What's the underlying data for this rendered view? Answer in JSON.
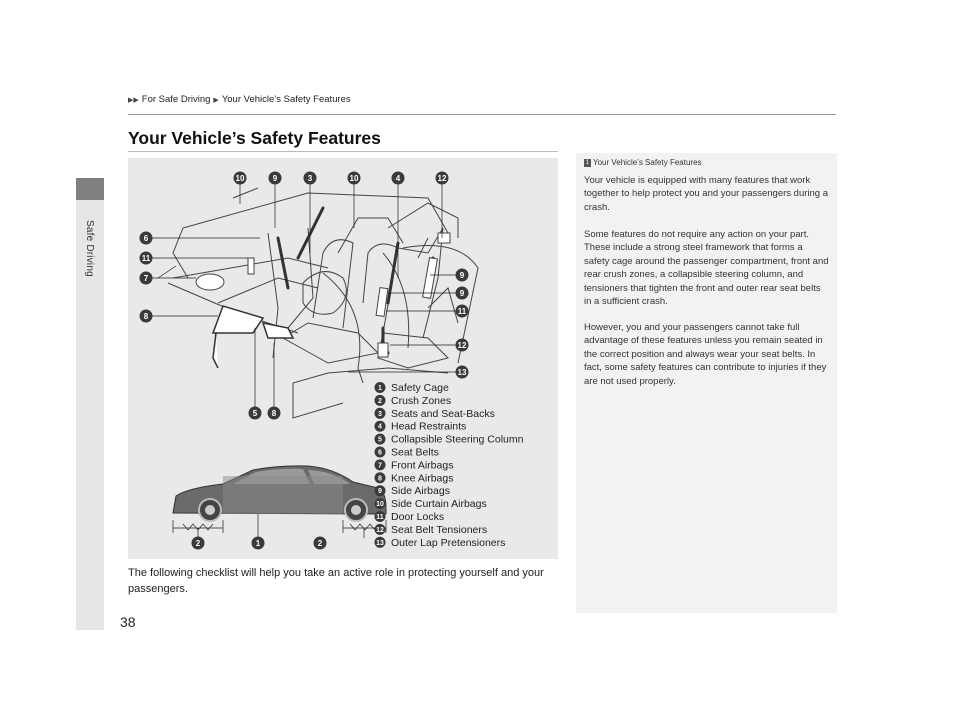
{
  "side_tab": {
    "label": "Safe Driving"
  },
  "page_number": "38",
  "breadcrumb": {
    "level1": "For Safe Driving",
    "level2": "Your Vehicle’s Safety Features"
  },
  "title": "Your Vehicle’s Safety Features",
  "figure": {
    "legend": [
      {
        "num": "1",
        "label": "Safety Cage"
      },
      {
        "num": "2",
        "label": "Crush Zones"
      },
      {
        "num": "3",
        "label": "Seats and Seat-Backs"
      },
      {
        "num": "4",
        "label": "Head Restraints"
      },
      {
        "num": "5",
        "label": "Collapsible Steering Column"
      },
      {
        "num": "6",
        "label": "Seat Belts"
      },
      {
        "num": "7",
        "label": "Front Airbags"
      },
      {
        "num": "8",
        "label": "Knee Airbags"
      },
      {
        "num": "9",
        "label": "Side Airbags"
      },
      {
        "num": "10",
        "label": "Side Curtain Airbags"
      },
      {
        "num": "11",
        "label": "Door Locks"
      },
      {
        "num": "12",
        "label": "Seat Belt Tensioners"
      },
      {
        "num": "13",
        "label": "Outer Lap Pretensioners"
      }
    ],
    "callouts_top": [
      "10",
      "9",
      "3",
      "10",
      "4",
      "12"
    ],
    "callouts_left": [
      "6",
      "11",
      "7",
      "8"
    ],
    "callouts_right": [
      "9",
      "9",
      "11",
      "12",
      "13"
    ],
    "callouts_bottom": [
      "5",
      "8"
    ],
    "car_callouts": [
      "2",
      "1",
      "2"
    ]
  },
  "body_text": "The following checklist will help you take an active role in protecting yourself and your passengers.",
  "note": {
    "marker": "1",
    "heading": "Your Vehicle’s Safety Features",
    "p1": "Your vehicle is equipped with many features that work together to help protect you and your passengers during a crash.",
    "p2": "Some features do not require any action on your part. These include a strong steel framework that forms a safety cage around the passenger compartment, front and rear crush zones, a collapsible steering column, and tensioners that tighten the front and outer rear seat belts in a sufficient crash.",
    "p3": "However, you and your passengers cannot take full advantage of these features unless you remain seated in the correct position and always wear your seat belts. In fact, some safety features can contribute to injuries if they are not used properly."
  }
}
